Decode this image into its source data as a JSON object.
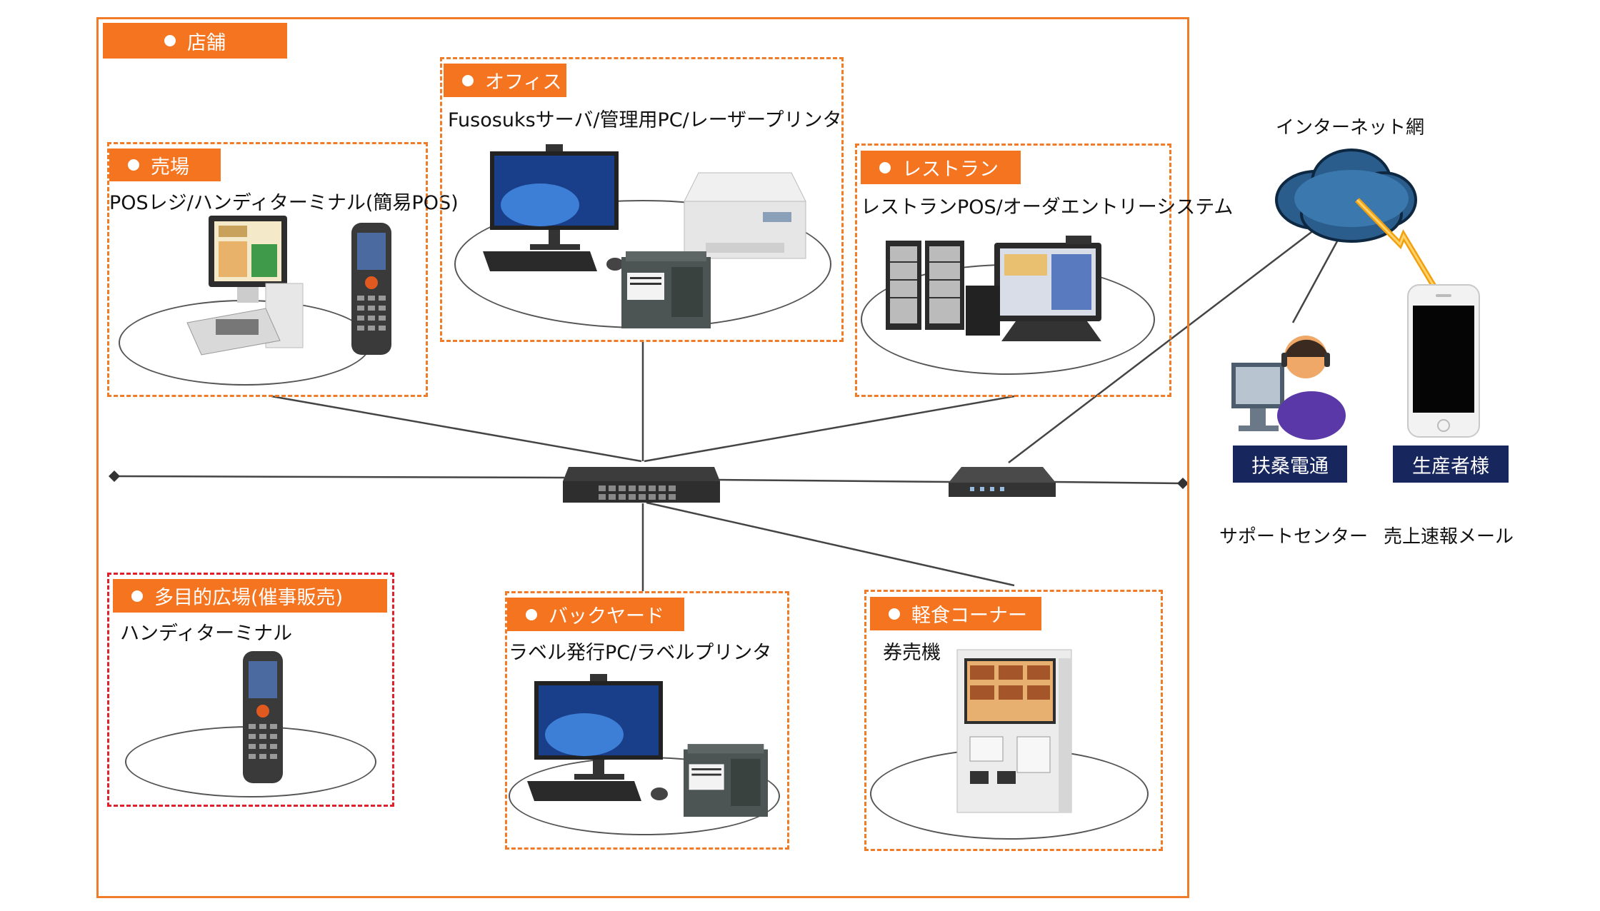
{
  "store": {
    "label": "店舗"
  },
  "zones": {
    "sales_floor": {
      "label": "売場",
      "desc": "POSレジ/ハンディターミナル(簡易POS)"
    },
    "office": {
      "label": "オフィス",
      "desc": "Fusosuksサーバ/管理用PC/レーザープリンタ"
    },
    "restaurant": {
      "label": "レストラン",
      "desc": "レストランPOS/オーダエントリーシステム"
    },
    "event_space": {
      "label": "多目的広場(催事販売)",
      "desc": "ハンディターミナル"
    },
    "backyard": {
      "label": "バックヤード",
      "desc": "ラベル発行PC/ラベルプリンタ"
    },
    "snack_corner": {
      "label": "軽食コーナー",
      "desc": "券売機"
    }
  },
  "internet": {
    "label": "インターネット網"
  },
  "fuso": {
    "label": "扶桑電通",
    "caption": "サポートセンター"
  },
  "producers": {
    "label": "生産者様",
    "caption": "売上速報メール"
  },
  "colors": {
    "accent": "#f5741f",
    "navy": "#18265e",
    "event_border": "#e0202a"
  },
  "icons": [
    "pos-register-icon",
    "handy-terminal-icon",
    "desktop-pc-icon",
    "laser-printer-icon",
    "label-printer-icon",
    "order-entry-icon",
    "ticket-machine-icon",
    "network-switch-icon",
    "router-icon",
    "cloud-icon",
    "lightning-icon",
    "support-operator-icon",
    "smartphone-icon"
  ]
}
